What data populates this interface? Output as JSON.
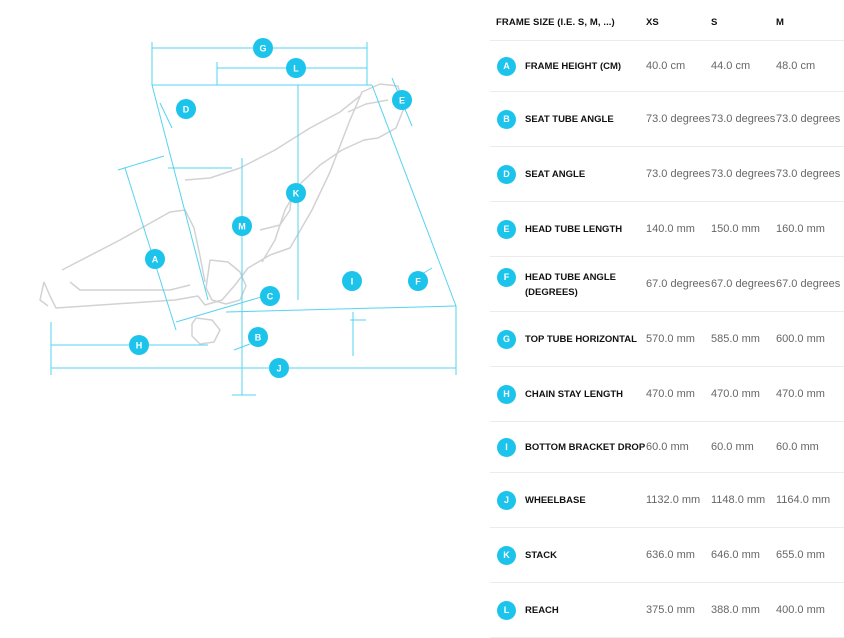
{
  "diagram": {
    "labels": [
      "G",
      "L",
      "D",
      "E",
      "K",
      "M",
      "A",
      "I",
      "F",
      "C",
      "H",
      "B",
      "J"
    ]
  },
  "table": {
    "header": {
      "label": "FRAME SIZE (I.E. S, M, ...)",
      "sizes": [
        "XS",
        "S",
        "M"
      ]
    },
    "rows": [
      {
        "letter": "A",
        "name": "FRAME HEIGHT (CM)",
        "values": [
          "40.0 cm",
          "44.0 cm",
          "48.0 cm"
        ]
      },
      {
        "letter": "B",
        "name": "SEAT TUBE ANGLE",
        "values": [
          "73.0 degrees",
          "73.0 degrees",
          "73.0 degrees"
        ]
      },
      {
        "letter": "D",
        "name": "SEAT ANGLE",
        "values": [
          "73.0 degrees",
          "73.0 degrees",
          "73.0 degrees"
        ]
      },
      {
        "letter": "E",
        "name": "HEAD TUBE LENGTH",
        "values": [
          "140.0 mm",
          "150.0 mm",
          "160.0 mm"
        ]
      },
      {
        "letter": "F",
        "name": "HEAD TUBE ANGLE (DEGREES)",
        "values": [
          "67.0 degrees",
          "67.0 degrees",
          "67.0 degrees"
        ]
      },
      {
        "letter": "G",
        "name": "TOP TUBE HORIZONTAL",
        "values": [
          "570.0 mm",
          "585.0 mm",
          "600.0 mm"
        ]
      },
      {
        "letter": "H",
        "name": "CHAIN STAY LENGTH",
        "values": [
          "470.0 mm",
          "470.0 mm",
          "470.0 mm"
        ]
      },
      {
        "letter": "I",
        "name": "BOTTOM BRACKET DROP",
        "values": [
          "60.0 mm",
          "60.0 mm",
          "60.0 mm"
        ]
      },
      {
        "letter": "J",
        "name": "WHEELBASE",
        "values": [
          "1132.0 mm",
          "1148.0 mm",
          "1164.0 mm"
        ]
      },
      {
        "letter": "K",
        "name": "STACK",
        "values": [
          "636.0 mm",
          "646.0 mm",
          "655.0 mm"
        ]
      },
      {
        "letter": "L",
        "name": "REACH",
        "values": [
          "375.0 mm",
          "388.0 mm",
          "400.0 mm"
        ]
      }
    ]
  }
}
